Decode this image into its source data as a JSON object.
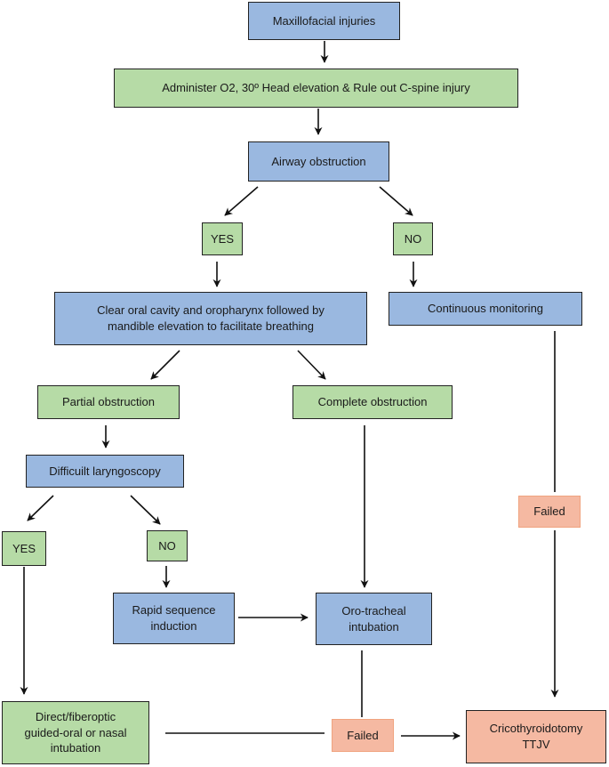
{
  "nodes": {
    "maxillofacial": "Maxillofacial injuries",
    "administer": "Administer O2, 30º Head elevation & Rule out C-spine injury",
    "airway": "Airway obstruction",
    "yes1": "YES",
    "no1": "NO",
    "clear_oral": "Clear oral cavity and oropharynx followed by\nmandible elevation to facilitate breathing",
    "continuous": "Continuous monitoring",
    "partial": "Partial obstruction",
    "complete": "Complete obstruction",
    "difficult": "Difficuilt laryngoscopy",
    "failed_right": "Failed",
    "yes2": "YES",
    "no2": "NO",
    "rapid": "Rapid sequence\ninduction",
    "oro": "Oro-tracheal\nintubation",
    "direct": "Direct/fiberoptic\nguided-oral or nasal\nintubation",
    "failed_bottom": "Failed",
    "crico": "Cricothyroidotomy\nTTJV"
  }
}
